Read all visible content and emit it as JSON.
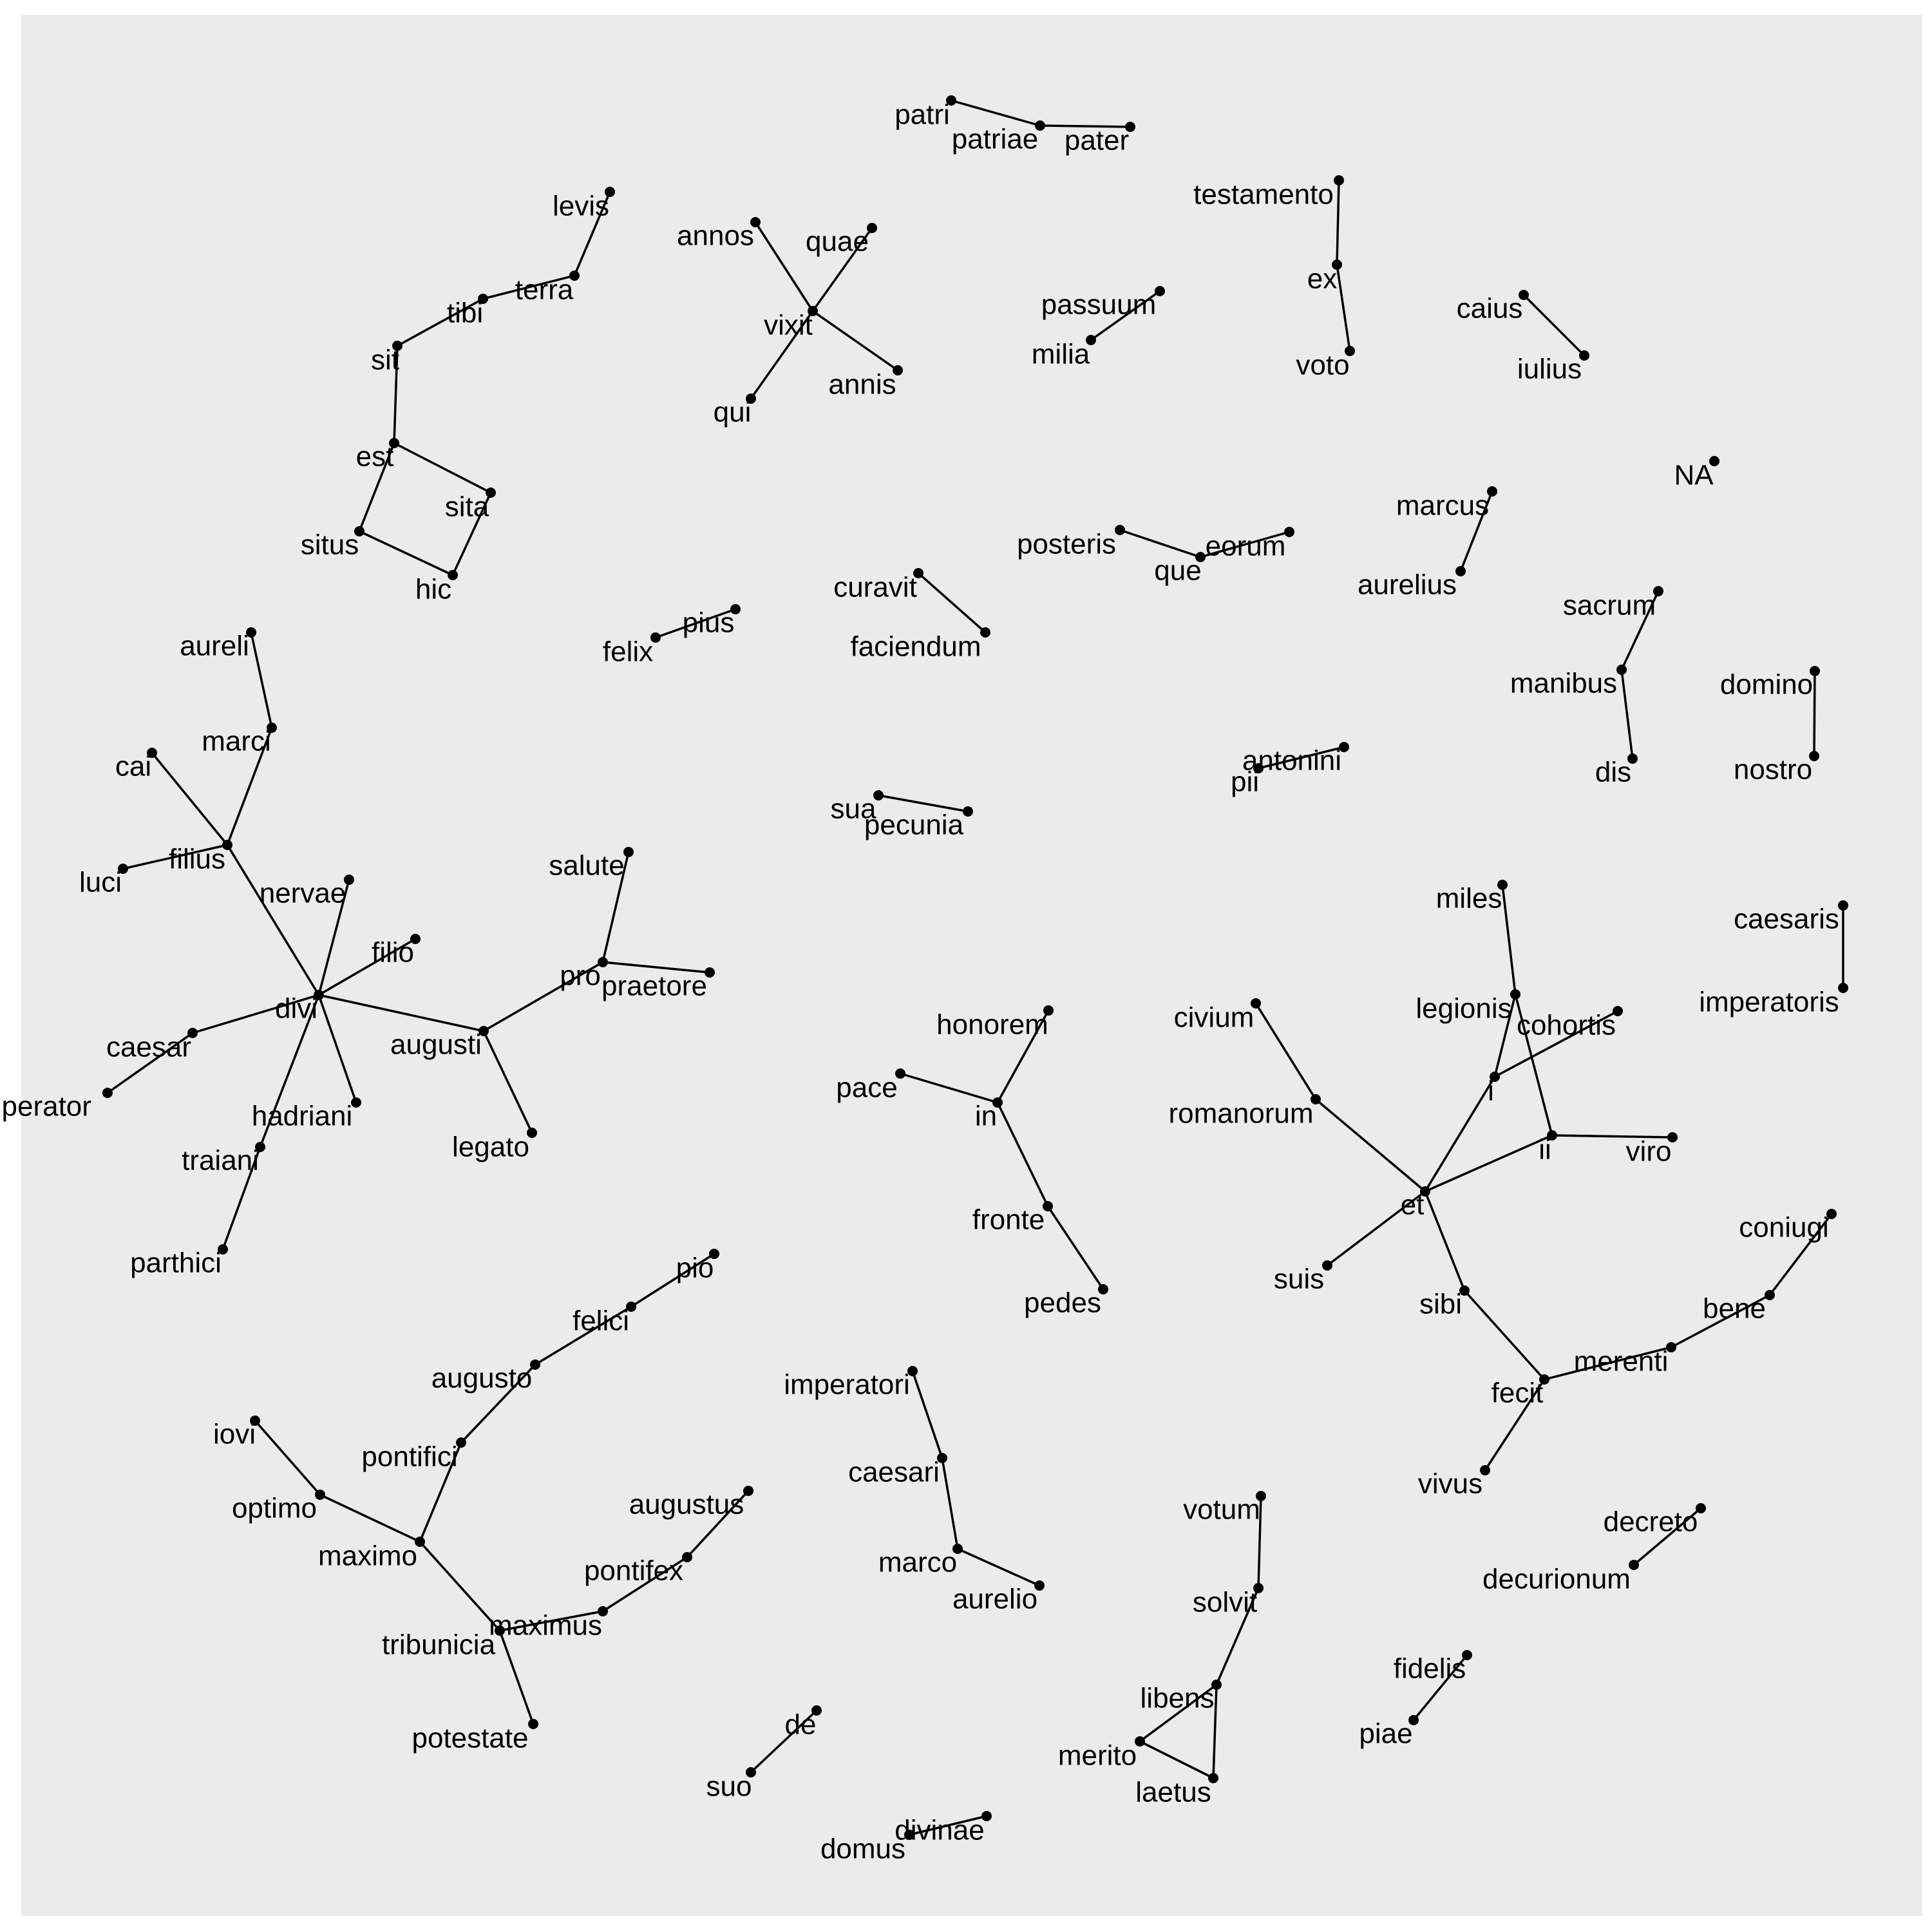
{
  "colors": {
    "panel": "#ebebeb",
    "edge": "#000000",
    "node": "#000000",
    "label": "#000000"
  },
  "graph": {
    "type": "network",
    "nodes": [
      {
        "id": "patri",
        "label": "patri"
      },
      {
        "id": "patriae",
        "label": "patriae"
      },
      {
        "id": "pater",
        "label": "pater"
      },
      {
        "id": "levis",
        "label": "levis"
      },
      {
        "id": "terra",
        "label": "terra"
      },
      {
        "id": "tibi",
        "label": "tibi"
      },
      {
        "id": "sit",
        "label": "sit"
      },
      {
        "id": "est",
        "label": "est"
      },
      {
        "id": "sita",
        "label": "sita"
      },
      {
        "id": "situs",
        "label": "situs"
      },
      {
        "id": "hic",
        "label": "hic"
      },
      {
        "id": "annos",
        "label": "annos"
      },
      {
        "id": "quae",
        "label": "quae"
      },
      {
        "id": "vixit",
        "label": "vixit"
      },
      {
        "id": "annis",
        "label": "annis"
      },
      {
        "id": "qui",
        "label": "qui"
      },
      {
        "id": "testamento",
        "label": "testamento"
      },
      {
        "id": "ex",
        "label": "ex"
      },
      {
        "id": "voto",
        "label": "voto"
      },
      {
        "id": "passuum",
        "label": "passuum"
      },
      {
        "id": "milia",
        "label": "milia"
      },
      {
        "id": "caius",
        "label": "caius"
      },
      {
        "id": "iulius",
        "label": "iulius"
      },
      {
        "id": "na",
        "label": "NA"
      },
      {
        "id": "marcus",
        "label": "marcus"
      },
      {
        "id": "aurelius",
        "label": "aurelius"
      },
      {
        "id": "posteris",
        "label": "posteris"
      },
      {
        "id": "que",
        "label": "que"
      },
      {
        "id": "eorum",
        "label": "eorum"
      },
      {
        "id": "curavit",
        "label": "curavit"
      },
      {
        "id": "faciendum",
        "label": "faciendum"
      },
      {
        "id": "felix",
        "label": "felix"
      },
      {
        "id": "pius",
        "label": "pius"
      },
      {
        "id": "sacrum",
        "label": "sacrum"
      },
      {
        "id": "manibus",
        "label": "manibus"
      },
      {
        "id": "dis",
        "label": "dis"
      },
      {
        "id": "domino",
        "label": "domino"
      },
      {
        "id": "nostro",
        "label": "nostro"
      },
      {
        "id": "antonini",
        "label": "antonini"
      },
      {
        "id": "pii",
        "label": "pii"
      },
      {
        "id": "sua",
        "label": "sua"
      },
      {
        "id": "pecunia",
        "label": "pecunia"
      },
      {
        "id": "aureli",
        "label": "aureli"
      },
      {
        "id": "marci",
        "label": "marci"
      },
      {
        "id": "cai",
        "label": "cai"
      },
      {
        "id": "filius",
        "label": "filius"
      },
      {
        "id": "luci",
        "label": "luci"
      },
      {
        "id": "nervae",
        "label": "nervae"
      },
      {
        "id": "filio",
        "label": "filio"
      },
      {
        "id": "divi",
        "label": "divi"
      },
      {
        "id": "caesar",
        "label": "caesar"
      },
      {
        "id": "imperator",
        "label": "imperator"
      },
      {
        "id": "hadriani",
        "label": "hadriani"
      },
      {
        "id": "traiani",
        "label": "traiani"
      },
      {
        "id": "parthici",
        "label": "parthici"
      },
      {
        "id": "augusti",
        "label": "augusti"
      },
      {
        "id": "legato",
        "label": "legato"
      },
      {
        "id": "pro",
        "label": "pro"
      },
      {
        "id": "salute",
        "label": "salute"
      },
      {
        "id": "praetore",
        "label": "praetore"
      },
      {
        "id": "honorem",
        "label": "honorem"
      },
      {
        "id": "pace",
        "label": "pace"
      },
      {
        "id": "in",
        "label": "in"
      },
      {
        "id": "fronte",
        "label": "fronte"
      },
      {
        "id": "pedes",
        "label": "pedes"
      },
      {
        "id": "miles",
        "label": "miles"
      },
      {
        "id": "legionis",
        "label": "legionis"
      },
      {
        "id": "cohortis",
        "label": "cohortis"
      },
      {
        "id": "i",
        "label": "i"
      },
      {
        "id": "ii",
        "label": "ii"
      },
      {
        "id": "viro",
        "label": "viro"
      },
      {
        "id": "civium",
        "label": "civium"
      },
      {
        "id": "romanorum",
        "label": "romanorum"
      },
      {
        "id": "et",
        "label": "et"
      },
      {
        "id": "suis",
        "label": "suis"
      },
      {
        "id": "sibi",
        "label": "sibi"
      },
      {
        "id": "fecit",
        "label": "fecit"
      },
      {
        "id": "vivus",
        "label": "vivus"
      },
      {
        "id": "merenti",
        "label": "merenti"
      },
      {
        "id": "bene",
        "label": "bene"
      },
      {
        "id": "coniugi",
        "label": "coniugi"
      },
      {
        "id": "caesaris",
        "label": "caesaris"
      },
      {
        "id": "imperatoris",
        "label": "imperatoris"
      },
      {
        "id": "pio",
        "label": "pio"
      },
      {
        "id": "felici",
        "label": "felici"
      },
      {
        "id": "augusto",
        "label": "augusto"
      },
      {
        "id": "pontifici",
        "label": "pontifici"
      },
      {
        "id": "iovi",
        "label": "iovi"
      },
      {
        "id": "optimo",
        "label": "optimo"
      },
      {
        "id": "maximo",
        "label": "maximo"
      },
      {
        "id": "tribunicia",
        "label": "tribunicia"
      },
      {
        "id": "potestate",
        "label": "potestate"
      },
      {
        "id": "maximus",
        "label": "maximus"
      },
      {
        "id": "pontifex",
        "label": "pontifex"
      },
      {
        "id": "augustus",
        "label": "augustus"
      },
      {
        "id": "imperatori",
        "label": "imperatori"
      },
      {
        "id": "caesari",
        "label": "caesari"
      },
      {
        "id": "marco",
        "label": "marco"
      },
      {
        "id": "aurelio",
        "label": "aurelio"
      },
      {
        "id": "votum",
        "label": "votum"
      },
      {
        "id": "solvit",
        "label": "solvit"
      },
      {
        "id": "libens",
        "label": "libens"
      },
      {
        "id": "merito",
        "label": "merito"
      },
      {
        "id": "laetus",
        "label": "laetus"
      },
      {
        "id": "decreto",
        "label": "decreto"
      },
      {
        "id": "decurionum",
        "label": "decurionum"
      },
      {
        "id": "fidelis",
        "label": "fidelis"
      },
      {
        "id": "piae",
        "label": "piae"
      },
      {
        "id": "de",
        "label": "de"
      },
      {
        "id": "suo",
        "label": "suo"
      },
      {
        "id": "divinae",
        "label": "divinae"
      },
      {
        "id": "domus",
        "label": "domus"
      }
    ],
    "edges": [
      [
        "patri",
        "patriae"
      ],
      [
        "patriae",
        "pater"
      ],
      [
        "levis",
        "terra"
      ],
      [
        "terra",
        "tibi"
      ],
      [
        "tibi",
        "sit"
      ],
      [
        "sit",
        "est"
      ],
      [
        "est",
        "sita"
      ],
      [
        "est",
        "situs"
      ],
      [
        "situs",
        "hic"
      ],
      [
        "hic",
        "sita"
      ],
      [
        "annos",
        "vixit"
      ],
      [
        "quae",
        "vixit"
      ],
      [
        "vixit",
        "annis"
      ],
      [
        "vixit",
        "qui"
      ],
      [
        "testamento",
        "ex"
      ],
      [
        "ex",
        "voto"
      ],
      [
        "passuum",
        "milia"
      ],
      [
        "caius",
        "iulius"
      ],
      [
        "marcus",
        "aurelius"
      ],
      [
        "posteris",
        "que"
      ],
      [
        "que",
        "eorum"
      ],
      [
        "curavit",
        "faciendum"
      ],
      [
        "felix",
        "pius"
      ],
      [
        "sacrum",
        "manibus"
      ],
      [
        "manibus",
        "dis"
      ],
      [
        "domino",
        "nostro"
      ],
      [
        "antonini",
        "pii"
      ],
      [
        "sua",
        "pecunia"
      ],
      [
        "aureli",
        "marci"
      ],
      [
        "marci",
        "filius"
      ],
      [
        "cai",
        "filius"
      ],
      [
        "luci",
        "filius"
      ],
      [
        "filius",
        "divi"
      ],
      [
        "nervae",
        "divi"
      ],
      [
        "filio",
        "divi"
      ],
      [
        "caesar",
        "divi"
      ],
      [
        "imperator",
        "caesar"
      ],
      [
        "hadriani",
        "divi"
      ],
      [
        "traiani",
        "divi"
      ],
      [
        "parthici",
        "traiani"
      ],
      [
        "divi",
        "augusti"
      ],
      [
        "augusti",
        "legato"
      ],
      [
        "augusti",
        "pro"
      ],
      [
        "pro",
        "salute"
      ],
      [
        "pro",
        "praetore"
      ],
      [
        "honorem",
        "in"
      ],
      [
        "pace",
        "in"
      ],
      [
        "in",
        "fronte"
      ],
      [
        "fronte",
        "pedes"
      ],
      [
        "miles",
        "legionis"
      ],
      [
        "legionis",
        "ii"
      ],
      [
        "cohortis",
        "i"
      ],
      [
        "i",
        "legionis"
      ],
      [
        "i",
        "et"
      ],
      [
        "ii",
        "viro"
      ],
      [
        "ii",
        "et"
      ],
      [
        "civium",
        "romanorum"
      ],
      [
        "romanorum",
        "et"
      ],
      [
        "et",
        "suis"
      ],
      [
        "et",
        "sibi"
      ],
      [
        "sibi",
        "fecit"
      ],
      [
        "fecit",
        "vivus"
      ],
      [
        "fecit",
        "merenti"
      ],
      [
        "merenti",
        "bene"
      ],
      [
        "bene",
        "coniugi"
      ],
      [
        "caesaris",
        "imperatoris"
      ],
      [
        "pio",
        "felici"
      ],
      [
        "felici",
        "augusto"
      ],
      [
        "augusto",
        "pontifici"
      ],
      [
        "pontifici",
        "maximo"
      ],
      [
        "iovi",
        "optimo"
      ],
      [
        "optimo",
        "maximo"
      ],
      [
        "maximo",
        "tribunicia"
      ],
      [
        "tribunicia",
        "potestate"
      ],
      [
        "tribunicia",
        "maximus"
      ],
      [
        "maximus",
        "pontifex"
      ],
      [
        "pontifex",
        "augustus"
      ],
      [
        "imperatori",
        "caesari"
      ],
      [
        "caesari",
        "marco"
      ],
      [
        "marco",
        "aurelio"
      ],
      [
        "votum",
        "solvit"
      ],
      [
        "solvit",
        "libens"
      ],
      [
        "libens",
        "merito"
      ],
      [
        "libens",
        "laetus"
      ],
      [
        "merito",
        "laetus"
      ],
      [
        "decreto",
        "decurionum"
      ],
      [
        "fidelis",
        "piae"
      ],
      [
        "de",
        "suo"
      ],
      [
        "divinae",
        "domus"
      ]
    ]
  }
}
